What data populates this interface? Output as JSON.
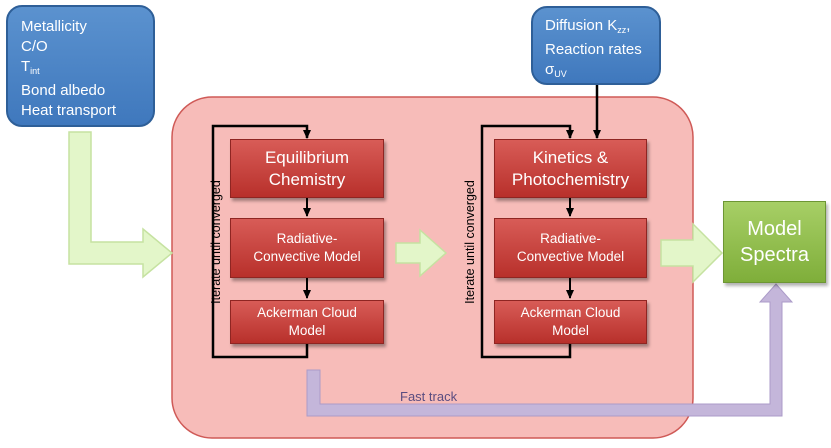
{
  "inputs_left": {
    "line1": "Metallicity",
    "line2": "C/O",
    "line3_main": "T",
    "line3_sub": "int",
    "line4": "Bond albedo",
    "line5": "Heat transport"
  },
  "inputs_right": {
    "line1_main": "Diffusion K",
    "line1_sub": "zz",
    "line1_tail": ",",
    "line2": "Reaction rates",
    "line3_main": "σ",
    "line3_sub": "UV"
  },
  "loop1": {
    "iterate_label": "Iterate until converged",
    "step1_line1": "Equilibrium",
    "step1_line2": "Chemistry",
    "step2_line1": "Radiative-",
    "step2_line2": "Convective Model",
    "step3_line1": "Ackerman Cloud",
    "step3_line2": "Model"
  },
  "loop2": {
    "iterate_label": "Iterate until converged",
    "step1_line1": "Kinetics &",
    "step1_line2": "Photochemistry",
    "step2_line1": "Radiative-",
    "step2_line2": "Convective Model",
    "step3_line1": "Ackerman Cloud",
    "step3_line2": "Model"
  },
  "output": {
    "line1": "Model",
    "line2": "Spectra"
  },
  "fast_track_label": "Fast track",
  "colors": {
    "input_box": "#4a84c6",
    "step_box": "#c9413c",
    "container": "#f6b9b6",
    "output_box": "#93c152",
    "flow_arrow": "#e2f5c8",
    "fast_track": "#c2b4d8"
  }
}
